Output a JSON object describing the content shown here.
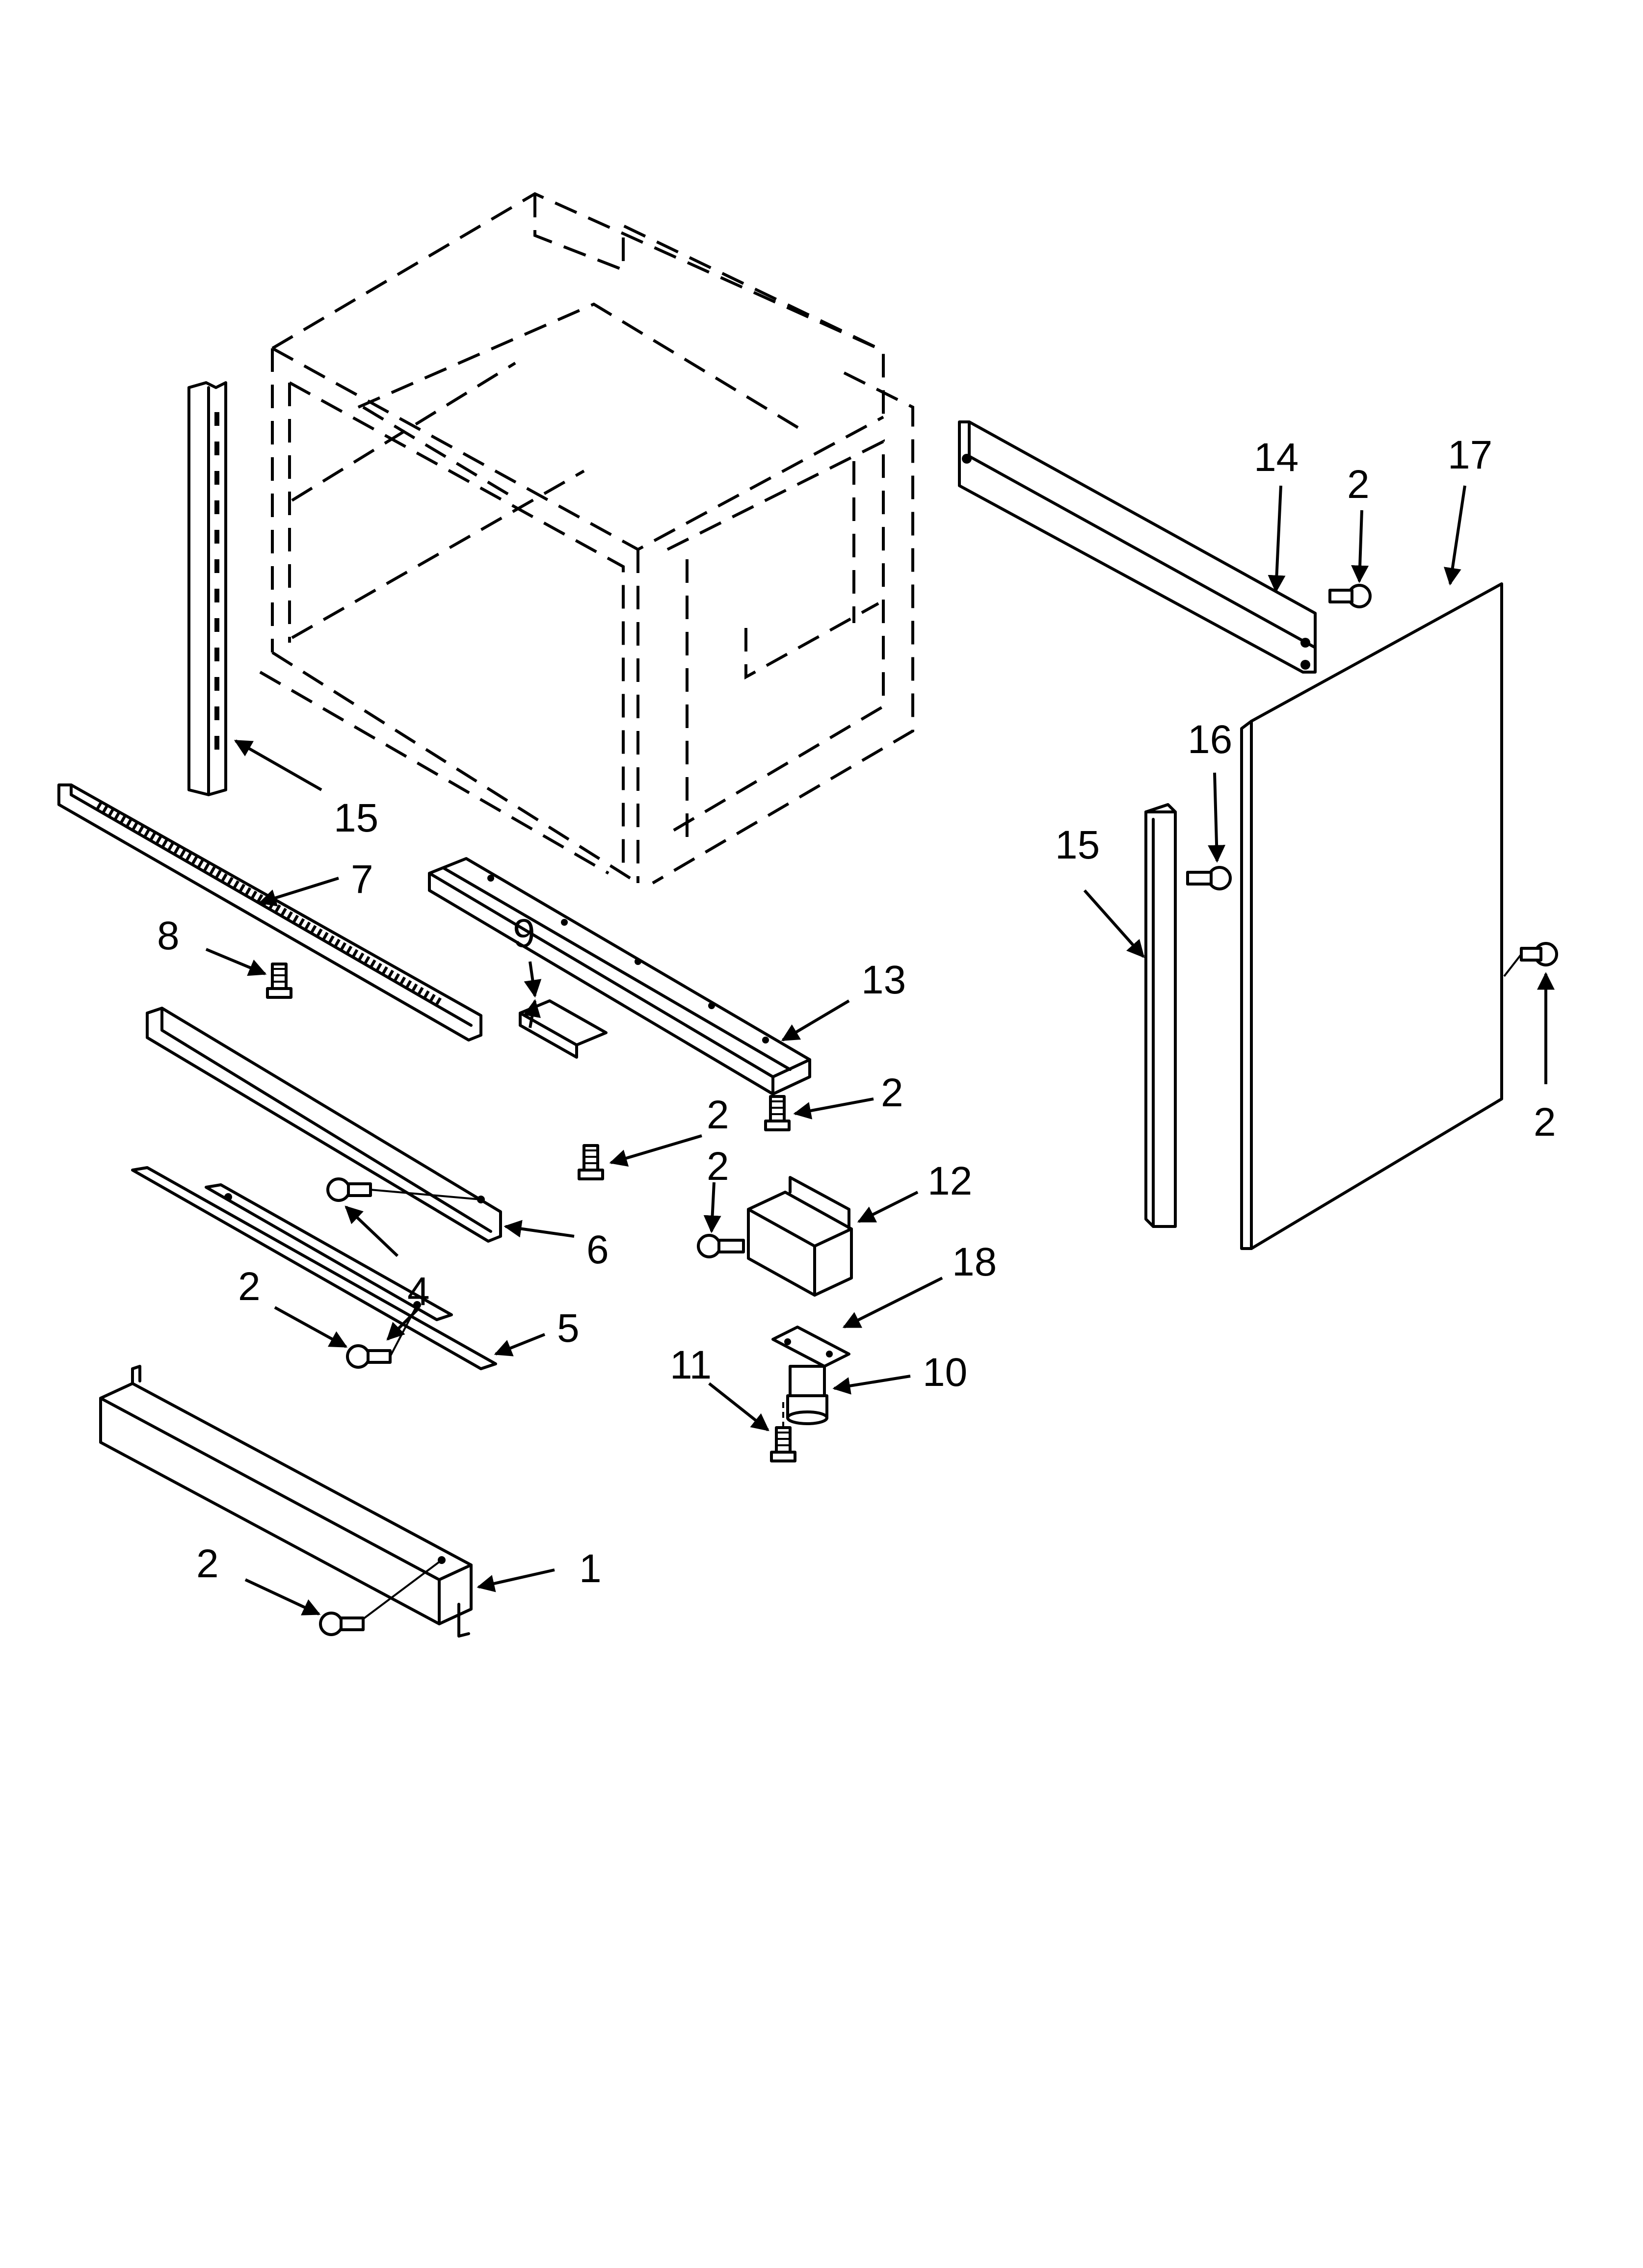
{
  "diagram": {
    "callouts": {
      "c1": "1",
      "c2a": "2",
      "c2b": "2",
      "c2c": "2",
      "c2d": "2",
      "c2e": "2",
      "c2f": "2",
      "c2g": "2",
      "c4": "4",
      "c5": "5",
      "c6": "6",
      "c7": "7",
      "c8": "8",
      "c9": "9",
      "c10": "10",
      "c11": "11",
      "c12": "12",
      "c13": "13",
      "c14": "14",
      "c15a": "15",
      "c15b": "15",
      "c16": "16",
      "c17": "17",
      "c18": "18"
    }
  }
}
